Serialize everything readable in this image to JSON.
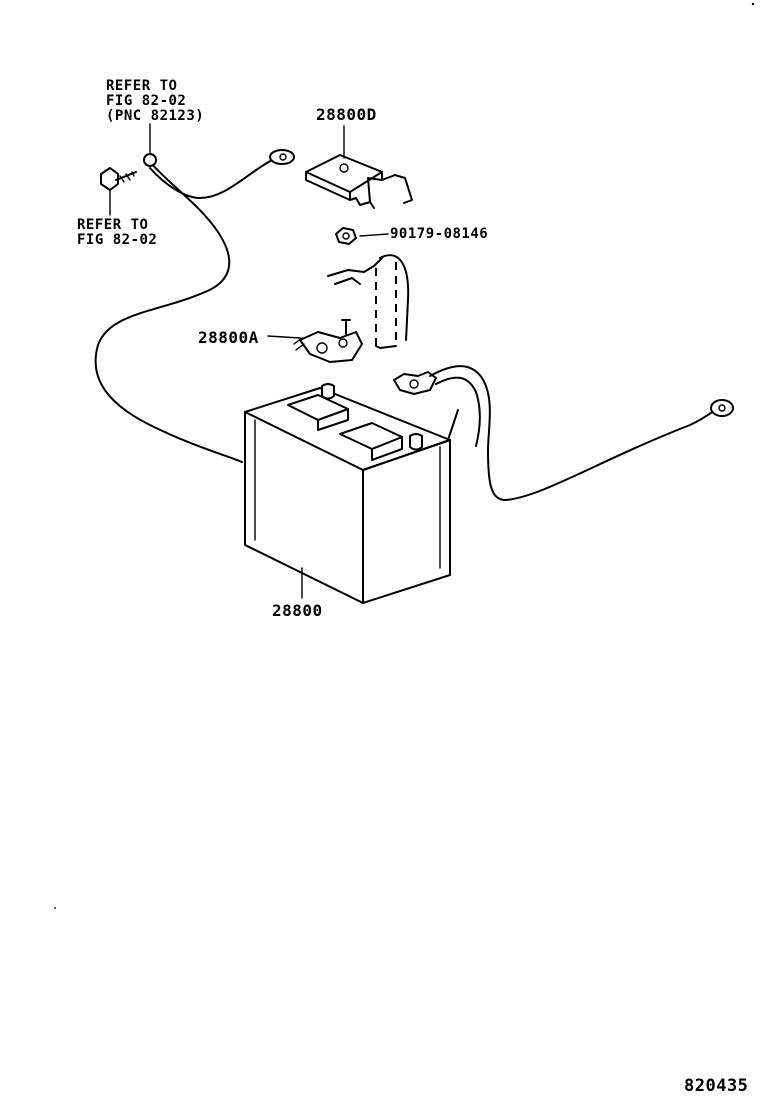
{
  "labels": {
    "refer_top_line1": "REFER TO",
    "refer_top_line2": "FIG 82-02",
    "refer_top_line3": "(PNC 82123)",
    "refer_bottom_line1": "REFER TO",
    "refer_bottom_line2": "FIG 82-02",
    "clamp_part": "28800D",
    "nut_part": "90179-08146",
    "terminal_part": "28800A",
    "battery_part": "28800",
    "figure_code": "820435"
  }
}
